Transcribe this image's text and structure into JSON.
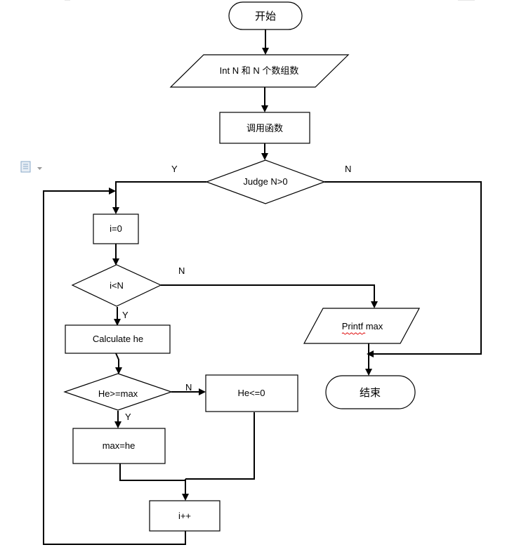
{
  "flowchart": {
    "start": "开始",
    "input": "Int N 和 N 个数组数",
    "call": "调用函数",
    "judge": "Judge N>0",
    "judge_yes": "Y",
    "judge_no": "N",
    "init": "i=0",
    "loop_cond": "i<N",
    "loop_yes": "Y",
    "loop_no": "N",
    "calc": "Calculate he",
    "compare": "He>=max",
    "compare_yes": "Y",
    "compare_no": "N",
    "assign": "max=he",
    "check": "He<=0",
    "increment": "i++",
    "output": "Printf max",
    "end": "结束"
  },
  "colors": {
    "stroke": "#000000",
    "background": "#ffffff",
    "spellcheck": "#dd0000",
    "toolbar_icon": "#8aa9c9"
  },
  "icons": [
    "page-layout-icon",
    "dropdown-arrow-icon"
  ]
}
